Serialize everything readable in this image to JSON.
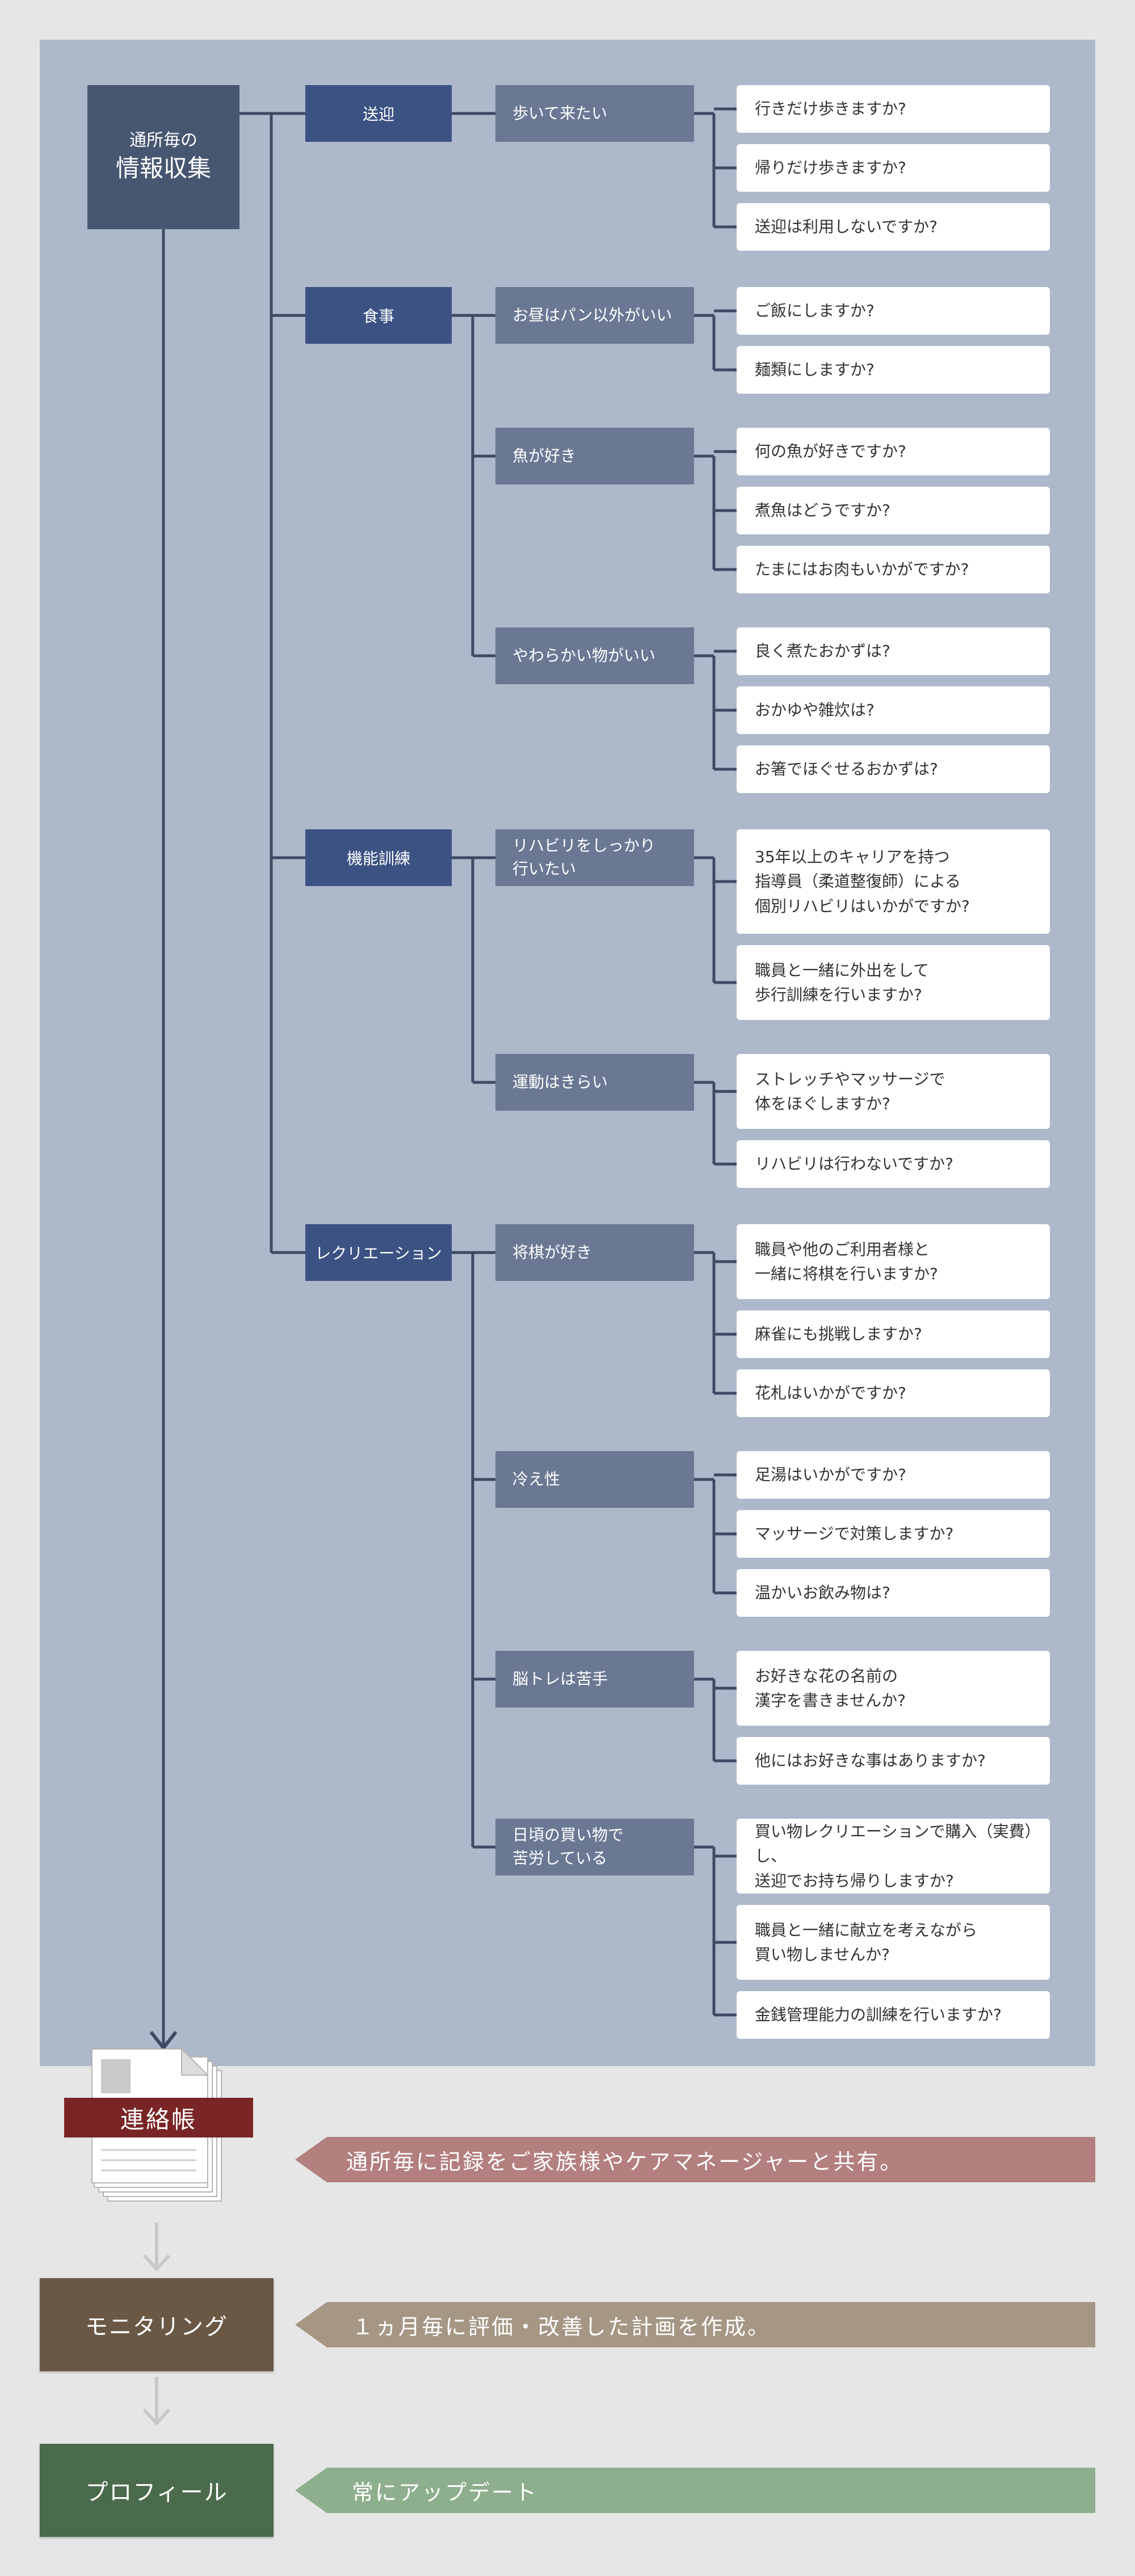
{
  "colors": {
    "background": "#e6e6e6",
    "panel": "#adb8cb",
    "root_box": "#475671",
    "category_box": "#3b5283",
    "condition_box": "#6b7894",
    "connector": "#3c4a63",
    "renrakucho_label": "#7a2525",
    "monitoring_box": "#6b5844",
    "profile_box": "#4a6b4c",
    "banner_renrakucho": "#b37f7f",
    "banner_monitoring": "#a69785",
    "banner_profile": "#8eaf8e"
  },
  "root": {
    "line1": "通所毎の",
    "line2": "情報収集"
  },
  "categories": [
    {
      "name": "送迎",
      "items": [
        {
          "condition": "歩いて来たい",
          "questions": [
            "行きだけ歩きますか?",
            "帰りだけ歩きますか?",
            "送迎は利用しないですか?"
          ]
        }
      ]
    },
    {
      "name": "食事",
      "items": [
        {
          "condition": "お昼はパン以外がいい",
          "questions": [
            "ご飯にしますか?",
            "麺類にしますか?"
          ]
        },
        {
          "condition": "魚が好き",
          "questions": [
            "何の魚が好きですか?",
            "煮魚はどうですか?",
            "たまにはお肉もいかがですか?"
          ]
        },
        {
          "condition": "やわらかい物がいい",
          "questions": [
            "良く煮たおかずは?",
            "おかゆや雑炊は?",
            "お箸でほぐせるおかずは?"
          ]
        }
      ]
    },
    {
      "name": "機能訓練",
      "items": [
        {
          "condition": "リハビリをしっかり\n行いたい",
          "questions": [
            "35年以上のキャリアを持つ\n指導員（柔道整復師）による\n個別リハビリはいかがですか?",
            "職員と一緒に外出をして\n歩行訓練を行いますか?"
          ]
        },
        {
          "condition": "運動はきらい",
          "questions": [
            "ストレッチやマッサージで\n体をほぐしますか?",
            "リハビリは行わないですか?"
          ]
        }
      ]
    },
    {
      "name": "レクリエーション",
      "items": [
        {
          "condition": "将棋が好き",
          "questions": [
            "職員や他のご利用者様と\n一緒に将棋を行いますか?",
            "麻雀にも挑戦しますか?",
            "花札はいかがですか?"
          ]
        },
        {
          "condition": "冷え性",
          "questions": [
            "足湯はいかがですか?",
            "マッサージで対策しますか?",
            "温かいお飲み物は?"
          ]
        },
        {
          "condition": "脳トレは苦手",
          "questions": [
            "お好きな花の名前の\n漢字を書きませんか?",
            "他にはお好きな事はありますか?"
          ]
        },
        {
          "condition": "日頃の買い物で\n苦労している",
          "questions": [
            "買い物レクリエーションで購入（実費）し、\n送迎でお持ち帰りしますか?",
            "職員と一緒に献立を考えながら\n買い物しませんか?",
            "金銭管理能力の訓練を行いますか?"
          ]
        }
      ]
    }
  ],
  "footer": {
    "renrakucho": {
      "label": "連絡帳",
      "note": "通所毎に記録をご家族様やケアマネージャーと共有。"
    },
    "monitoring": {
      "label": "モニタリング",
      "note": "１ヵ月毎に評価・改善した計画を作成。"
    },
    "profile": {
      "label": "プロフィール",
      "note": "常にアップデート"
    }
  }
}
